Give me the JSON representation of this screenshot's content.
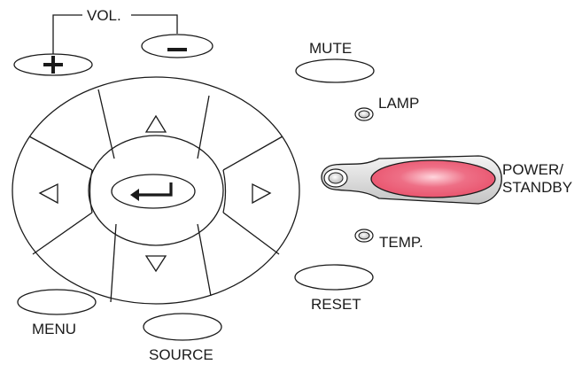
{
  "labels": {
    "volume": "VOL.",
    "mute": "MUTE",
    "lamp": "LAMP",
    "power_line1": "POWER/",
    "power_line2": "STANDBY",
    "temp": "TEMP.",
    "reset": "RESET",
    "menu": "MENU",
    "source": "SOURCE"
  },
  "icons": {
    "vol_up": "plus-icon",
    "vol_down": "minus-icon",
    "up": "up-triangle-icon",
    "down": "down-triangle-icon",
    "left": "left-triangle-icon",
    "right": "right-triangle-icon",
    "enter": "enter-arrow-icon"
  },
  "colors": {
    "line": "#1a1a1a",
    "power_button": "#e8506a",
    "power_highlight": "#ffd6dd",
    "indicator_fill": "#cfcfcf"
  }
}
